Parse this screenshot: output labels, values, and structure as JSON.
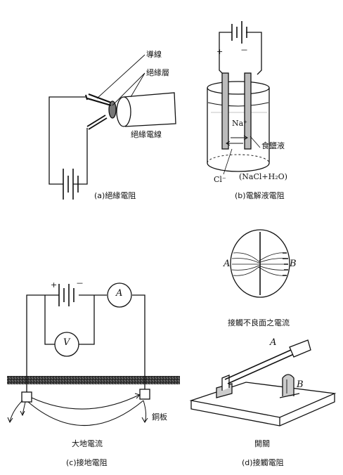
{
  "panel_a": {
    "caption": "(a)絕緣電阻",
    "label_conductor": "導線",
    "label_insulation_layer": "絕緣層",
    "label_insulated_wire": "絕緣電線"
  },
  "panel_b": {
    "caption": "(b)電解液電阻",
    "plus": "+",
    "minus": "－",
    "ion_na": "Na⁺",
    "ion_cl": "Cl⁻",
    "label_brine": "食鹽液",
    "formula": "(NaCl+H₂O)"
  },
  "panel_c": {
    "caption": "(c)接地電阻",
    "plus": "+",
    "minus": "－",
    "ammeter": "A",
    "voltmeter": "V",
    "label_copper_plate": "銅板",
    "label_earth_current": "大地電流"
  },
  "panel_d": {
    "caption": "(d)接觸電阻",
    "label_poor_contact_current": "接觸不良面之電流",
    "label_switch": "開關",
    "point_a": "A",
    "point_b": "B",
    "switch_a": "A",
    "switch_b": "B"
  }
}
